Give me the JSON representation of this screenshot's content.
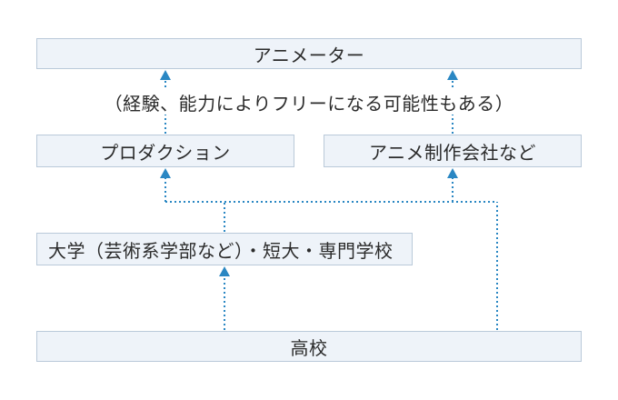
{
  "boxes": {
    "animator": "アニメーター",
    "production": "プロダクション",
    "company": "アニメ制作会社など",
    "university": "大学（芸術系学部など）・短大・専門学校",
    "highschool": "高校"
  },
  "caption": "（経験、能力によりフリーになる可能性もある）",
  "colors": {
    "box_fill": "#eef3f9",
    "box_border": "#b9c9d9",
    "connector": "#2a87c3"
  }
}
